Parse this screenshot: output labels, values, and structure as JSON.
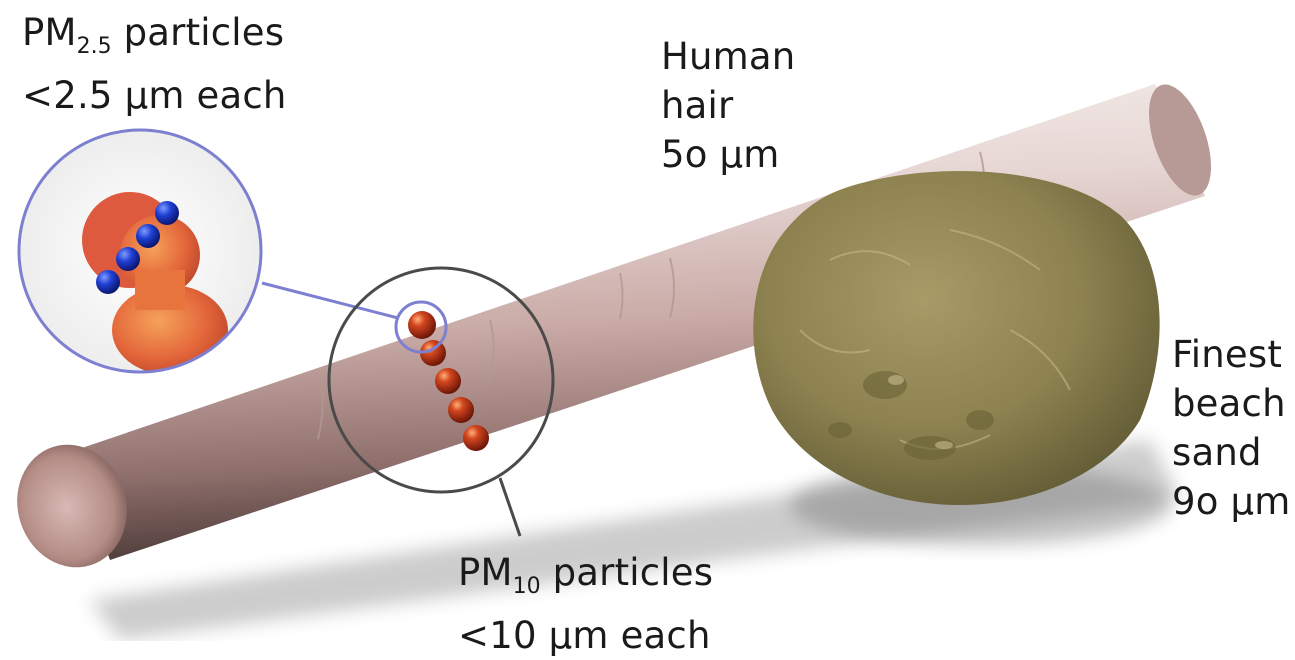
{
  "labels": {
    "pm25": {
      "prefix": "PM",
      "sub": "2.5",
      "suffix": " particles",
      "line2": "<2.5 µm each"
    },
    "hair": {
      "line1": "Human",
      "line2": "hair",
      "line3": "5o µm"
    },
    "sand": {
      "line1": "Finest",
      "line2": "beach",
      "line3": "sand",
      "line4": "9o µm"
    },
    "pm10": {
      "prefix": "PM",
      "sub": "10",
      "suffix": " particles",
      "line2": "<10 µm each"
    }
  },
  "colors": {
    "hair_light": "#f3e9e6",
    "hair_mid": "#c9aaa6",
    "hair_dark": "#5e4a47",
    "sand": "#8f8550",
    "pm10_particle": "#b8301a",
    "pm25_particle": "#1d3fd0",
    "magnifier_ring": "#7d7fd0",
    "loupe_ring": "#4a4a4a"
  }
}
